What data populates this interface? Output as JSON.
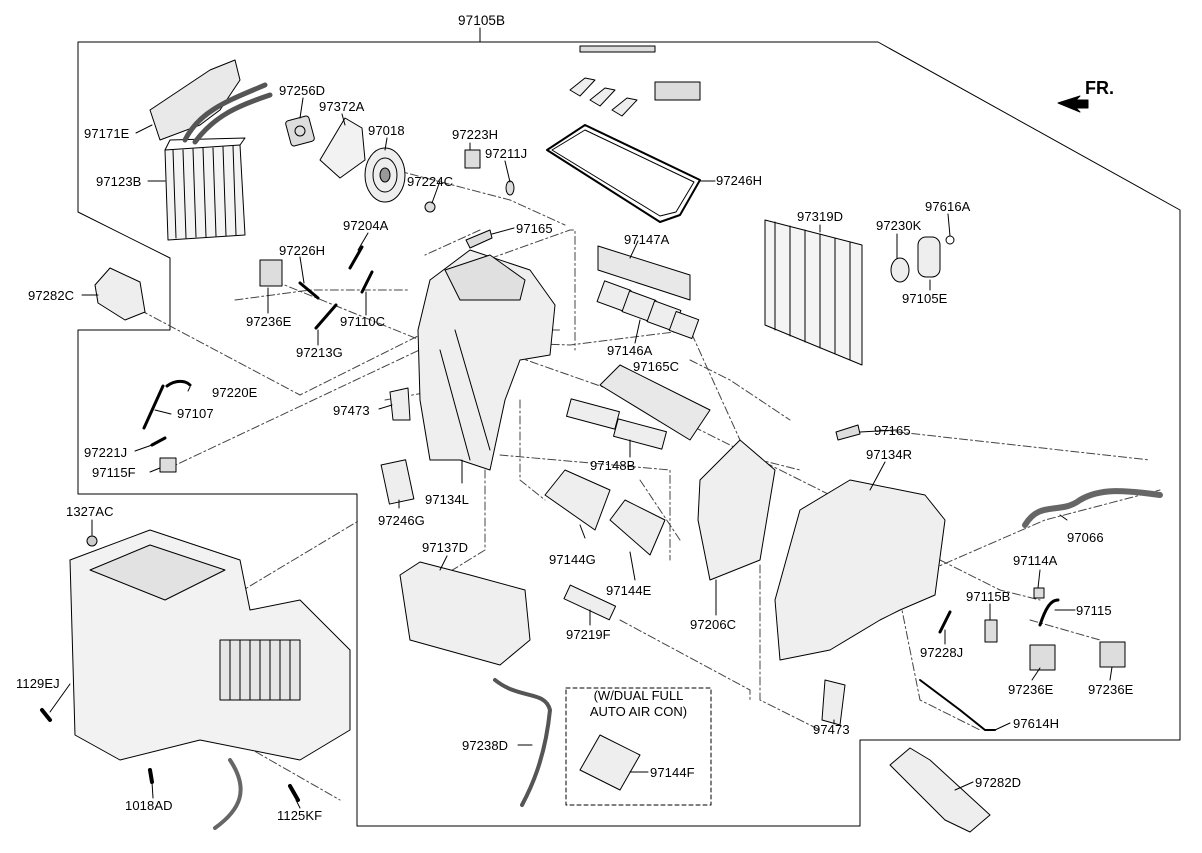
{
  "assembly_label": "97105B",
  "direction_label": "FR.",
  "variant_note": {
    "line1": "(W/DUAL FULL",
    "line2": "AUTO AIR CON)"
  },
  "part_labels": {
    "p97171E": "97171E",
    "p97123B": "97123B",
    "p97256D": "97256D",
    "p97372A": "97372A",
    "p97018": "97018",
    "p97223H": "97223H",
    "p97211J": "97211J",
    "p97224C": "97224C",
    "p97246H": "97246H",
    "p97204A": "97204A",
    "p97165a": "97165",
    "p97147A": "97147A",
    "p97319D": "97319D",
    "p97230K": "97230K",
    "p97616A": "97616A",
    "p97105E": "97105E",
    "p97226H": "97226H",
    "p97282C": "97282C",
    "p97236E_a": "97236E",
    "p97110C": "97110C",
    "p97213G": "97213G",
    "p97146A": "97146A",
    "p97165C": "97165C",
    "p97220E": "97220E",
    "p97473_a": "97473",
    "p97107": "97107",
    "p97148B": "97148B",
    "p97165b": "97165",
    "p97221J": "97221J",
    "p97134R": "97134R",
    "p97115F": "97115F",
    "p97134L": "97134L",
    "p1327AC": "1327AC",
    "p97246G": "97246G",
    "p97066": "97066",
    "p97137D": "97137D",
    "p97144G": "97144G",
    "p97144E": "97144E",
    "p97114A": "97114A",
    "p97115B": "97115B",
    "p97115": "97115",
    "p97206C": "97206C",
    "p97219F": "97219F",
    "p97228J": "97228J",
    "p1129EJ": "1129EJ",
    "p97236E_b": "97236E",
    "p97236E_c": "97236E",
    "p97473_b": "97473",
    "p97614H": "97614H",
    "p97238D": "97238D",
    "p97144F": "97144F",
    "p1018AD": "1018AD",
    "p97282D": "97282D",
    "p1125KF": "1125KF"
  }
}
